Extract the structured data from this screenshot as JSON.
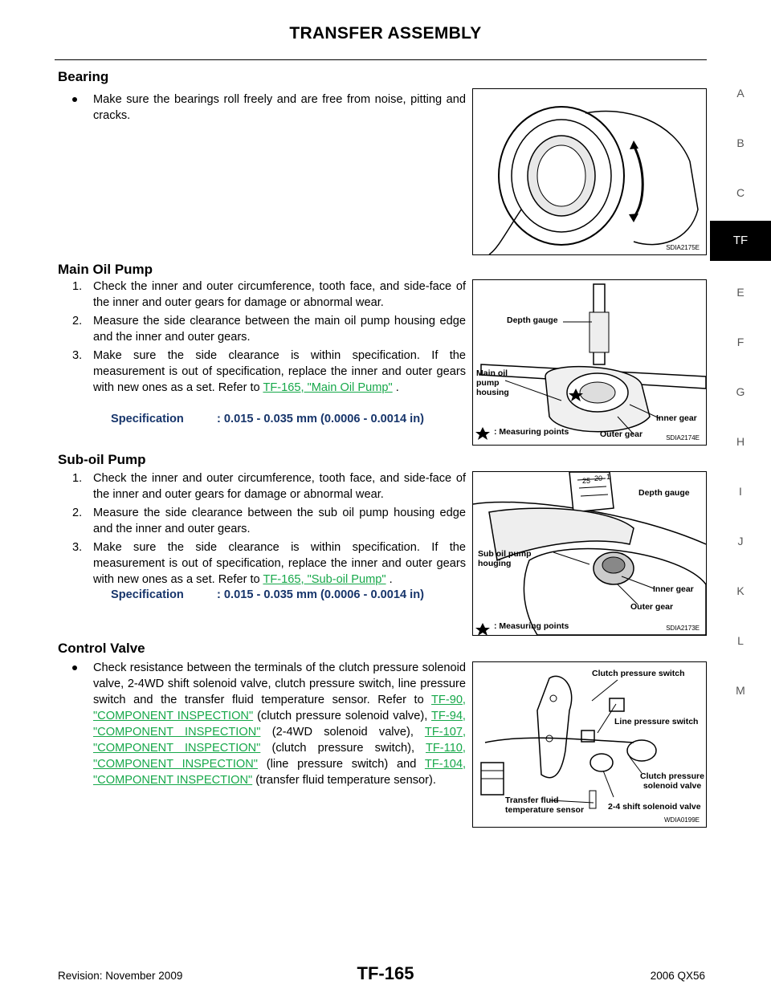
{
  "header": {
    "title": "TRANSFER ASSEMBLY"
  },
  "sidebar": {
    "letters": [
      "A",
      "B",
      "C",
      "TF",
      "E",
      "F",
      "G",
      "H",
      "I",
      "J",
      "K",
      "L",
      "M"
    ]
  },
  "bearing": {
    "heading": "Bearing",
    "bullet": "Make sure the bearings roll freely and are free from noise, pitting and cracks.",
    "figure_code": "SDIA2175E"
  },
  "main_oil_pump": {
    "heading": "Main Oil Pump",
    "steps": [
      {
        "num": "1.",
        "text": "Check the inner and outer circumference, tooth face, and side-face of the inner and outer gears for damage or abnormal wear."
      },
      {
        "num": "2.",
        "text": "Measure the side clearance between the main oil pump housing edge and the inner and outer gears."
      },
      {
        "num": "3.",
        "text": "Make sure the side clearance is within specification. If the measurement is out of specification, replace the inner and outer gears with new ones as a set. Refer to ",
        "link": "TF-165, \"Main Oil Pump\"",
        "after": " ."
      }
    ],
    "spec_label": "Specification",
    "spec_value": ": 0.015 - 0.035 mm (0.0006 - 0.0014 in)",
    "figure": {
      "labels": [
        "Depth gauge",
        "Main oil pump housing",
        "Inner gear",
        "Outer gear",
        ": Measuring points"
      ],
      "code": "SDIA2174E"
    }
  },
  "sub_oil_pump": {
    "heading": "Sub-oil Pump",
    "steps": [
      {
        "num": "1.",
        "text": "Check the inner and outer circumference, tooth face, and side-face of the inner and outer gears for damage or abnormal wear."
      },
      {
        "num": "2.",
        "text": "Measure the side clearance between the sub oil pump housing edge and the inner and outer gears."
      },
      {
        "num": "3.",
        "text": "Make sure the side clearance is within specification. If the measurement is out of specification, replace the inner and outer gears with new ones as a set. Refer to ",
        "link": "TF-165, \"Sub-oil Pump\"",
        "after": " ."
      }
    ],
    "spec_label": "Specification",
    "spec_value": ": 0.015 - 0.035 mm (0.0006 - 0.0014 in)",
    "figure": {
      "labels": [
        "Depth gauge",
        "Sub oil pump houging",
        "Inner gear",
        "Outer gear",
        ": Measuring points",
        "25",
        "20",
        "1"
      ],
      "code": "SDIA2173E"
    }
  },
  "control_valve": {
    "heading": "Control Valve",
    "text_1": "Check resistance between the terminals of the clutch pressure solenoid valve, 2-4WD shift solenoid valve, clutch pressure switch, line pressure switch and the transfer fluid temperature sensor. Refer to ",
    "link_1": "TF-90, \"COMPONENT INSPECTION\"",
    "text_2": " (clutch pressure solenoid valve), ",
    "link_2": "TF-94, \"COMPONENT INSPECTION\"",
    "text_3": " (2-4WD solenoid valve), ",
    "link_3": "TF-107, \"COMPONENT INSPECTION\"",
    "text_4": " (clutch pressure switch), ",
    "link_4": "TF-110, \"COMPONENT INSPECTION\"",
    "text_5": " (line pressure switch) and ",
    "link_5": "TF-104, \"COMPONENT INSPECTION\"",
    "text_6": " (transfer fluid temperature sensor).",
    "figure": {
      "labels": [
        "Clutch pressure switch",
        "Line pressure switch",
        "Clutch pressure solenoid valve",
        "Transfer fluid temperature sensor",
        "2-4 shift solenoid valve"
      ],
      "code": "WDIA0199E"
    }
  },
  "footer": {
    "revision": "Revision: November 2009",
    "page": "TF-165",
    "model": "2006 QX56"
  },
  "colors": {
    "link": "#17a84a",
    "spec": "#17356b"
  }
}
